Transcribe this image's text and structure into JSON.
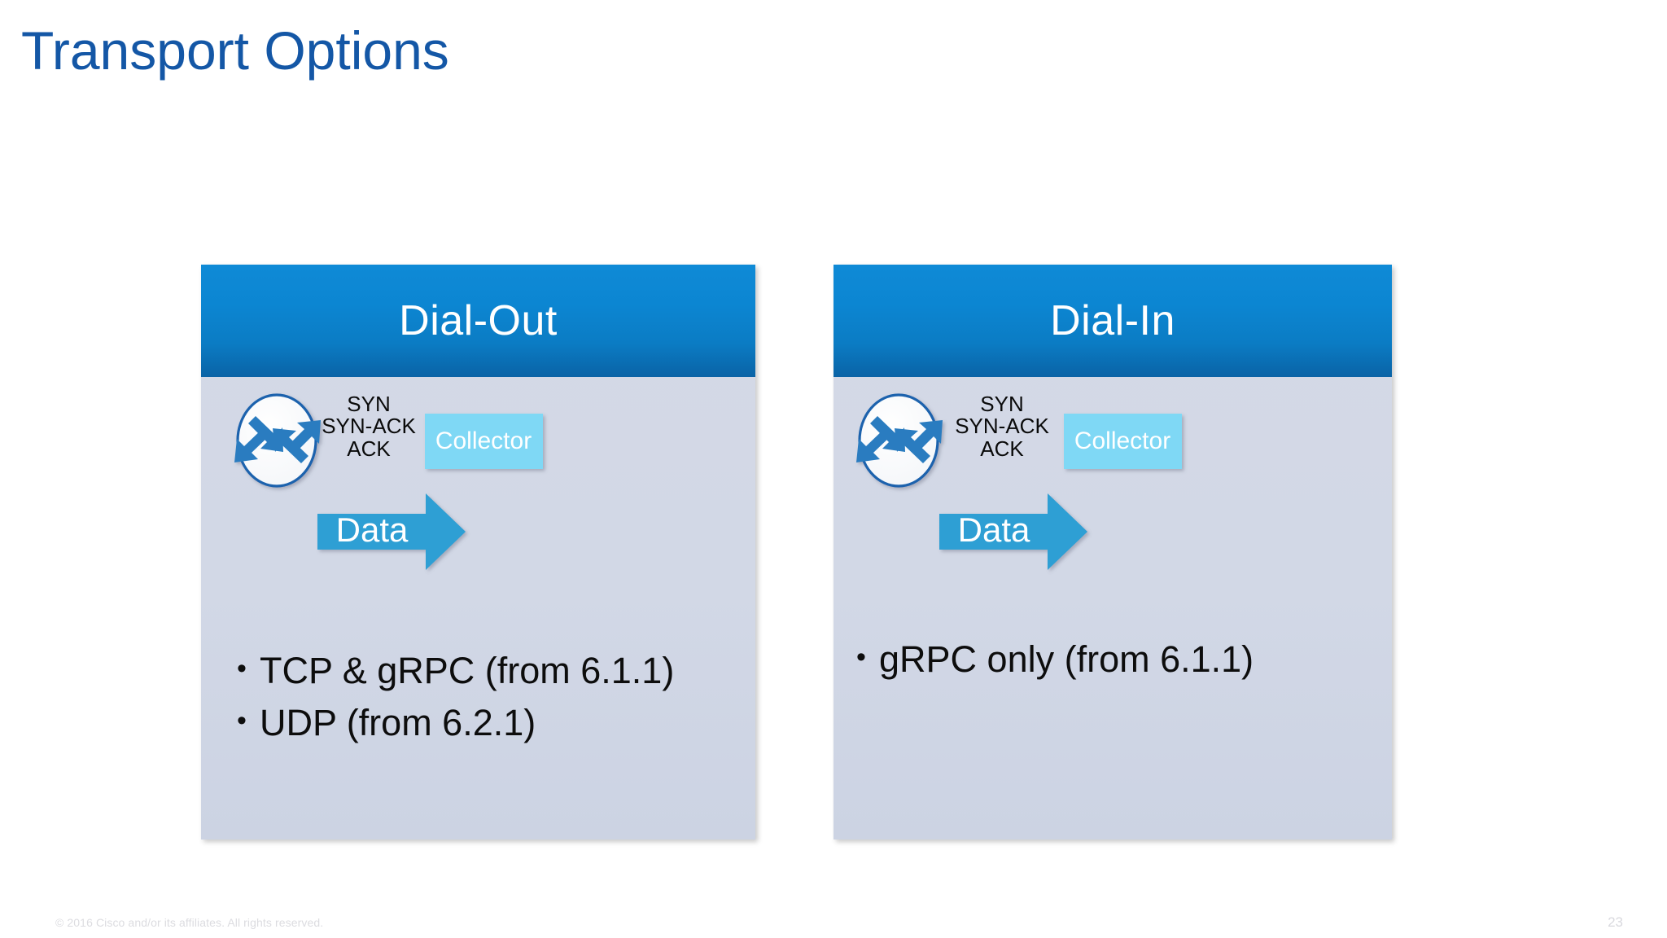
{
  "slide": {
    "title": "Transport Options",
    "title_color": "#1457A6",
    "background": "#ffffff"
  },
  "cards": [
    {
      "id": "dial-out",
      "header_title": "Dial-Out",
      "header_gradient_top": "#0f8ad6",
      "header_gradient_bottom": "#0a63a6",
      "body_background": "#d4d9e6",
      "diagram": {
        "router_label": "router-icon",
        "collector_label": "Collector",
        "collector_color": "#7fd8f5",
        "data_arrow_label": "Data",
        "data_arrow_color": "#2f9fd4",
        "handshake": [
          {
            "label": "SYN",
            "direction": "right"
          },
          {
            "label": "SYN-ACK",
            "direction": "left"
          },
          {
            "label": "ACK",
            "direction": "right"
          }
        ]
      },
      "bullets": [
        "TCP & gRPC (from 6.1.1)",
        "UDP (from 6.2.1)"
      ]
    },
    {
      "id": "dial-in",
      "header_title": "Dial-In",
      "header_gradient_top": "#0f8ad6",
      "header_gradient_bottom": "#0a63a6",
      "body_background": "#d4d9e6",
      "diagram": {
        "router_label": "router-icon",
        "collector_label": "Collector",
        "collector_color": "#7fd8f5",
        "data_arrow_label": "Data",
        "data_arrow_color": "#2f9fd4",
        "handshake": [
          {
            "label": "SYN",
            "direction": "left"
          },
          {
            "label": "SYN-ACK",
            "direction": "right"
          },
          {
            "label": "ACK",
            "direction": "left"
          }
        ]
      },
      "bullets": [
        "gRPC only (from 6.1.1)"
      ]
    }
  ],
  "footer": {
    "copyright": "© 2016 Cisco and/or its affiliates. All rights reserved.",
    "page_number": "23"
  }
}
